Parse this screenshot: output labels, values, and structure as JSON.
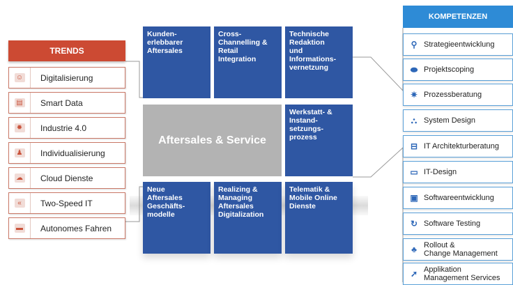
{
  "trends": {
    "title": "TRENDS",
    "items": [
      {
        "label": "Digitalisierung",
        "icon": "people-icon"
      },
      {
        "label": "Smart Data",
        "icon": "data-screen-icon"
      },
      {
        "label": "Industrie 4.0",
        "icon": "gear-icon"
      },
      {
        "label": "Individualisierung",
        "icon": "person-icon"
      },
      {
        "label": "Cloud Dienste",
        "icon": "cloud-icon"
      },
      {
        "label": "Two-Speed IT",
        "icon": "speed-icon"
      },
      {
        "label": "Autonomes Fahren",
        "icon": "car-icon"
      }
    ]
  },
  "matrix": {
    "top": [
      "Kunden-\nerlebbarer\nAftersales",
      "Cross-\nChannelling &\nRetail\nIntegration",
      "Technische\nRedaktion\nund\nInformations-\nvernetzung"
    ],
    "center": "Aftersales & Service",
    "right": "Werkstatt- &\nInstand-\nsetzungs-\nprozess",
    "bottom": [
      "Neue\nAftersales\nGeschäfts-\nmodelle",
      "Realizing &\nManaging\nAftersales\nDigitalization",
      "Telematik &\nMobile Online\nDienste"
    ]
  },
  "kompetenzen": {
    "title": "KOMPETENZEN",
    "items": [
      {
        "label": "Strategieentwicklung",
        "icon": "location-pin-icon"
      },
      {
        "label": "Projektscoping",
        "icon": "handshake-icon"
      },
      {
        "label": "Prozessberatung",
        "icon": "gears-icon"
      },
      {
        "label": "System Design",
        "icon": "network-icon"
      },
      {
        "label": "IT Architekturberatung",
        "icon": "architecture-icon"
      },
      {
        "label": "IT-Design",
        "icon": "monitor-icon"
      },
      {
        "label": "Softwareentwicklung",
        "icon": "code-screen-icon"
      },
      {
        "label": "Software Testing",
        "icon": "cycle-icon"
      },
      {
        "label": "Rollout &\nChange Management",
        "icon": "team-icon"
      },
      {
        "label": "Applikation\nManagement Services",
        "icon": "rocket-icon"
      }
    ]
  },
  "colors": {
    "trends_accent": "#cc4a33",
    "tile_blue": "#2f57a3",
    "kompetenzen_accent": "#2e8bd6",
    "center_gray": "#b3b3b3"
  }
}
